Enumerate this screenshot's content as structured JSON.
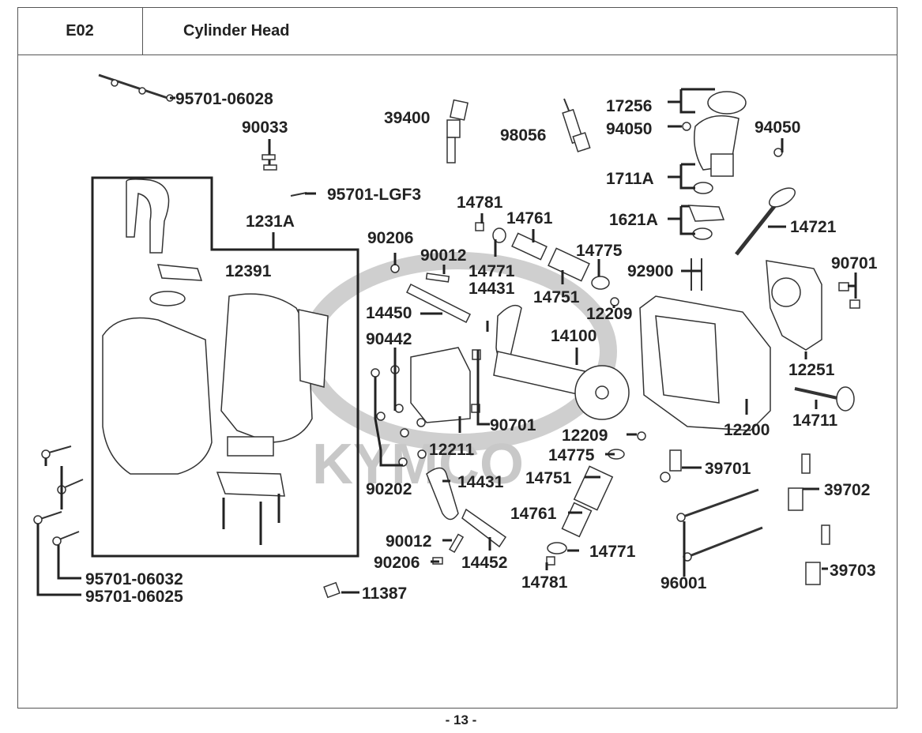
{
  "header": {
    "code": "E02",
    "title": "Cylinder Head"
  },
  "page_number": "- 13 -",
  "watermark": "KYMCO",
  "assemblies": {
    "cylinder_head_cover_group": "1231A"
  },
  "parts": {
    "p95701_06028": "95701-06028",
    "p90033": "90033",
    "p39400": "39400",
    "p98056": "98056",
    "p17256": "17256",
    "p94050_a": "94050",
    "p94050_b": "94050",
    "p1711A": "1711A",
    "p1621A": "1621A",
    "p14721": "14721",
    "p95701_LGF3": "95701-LGF3",
    "p1231A": "1231A",
    "p14781_a": "14781",
    "p14761_a": "14761",
    "p90206_a": "90206",
    "p90012_a": "90012",
    "p14771_a": "14771",
    "p14775_a": "14775",
    "p14751_a": "14751",
    "p12209_a": "12209",
    "p92900": "92900",
    "p90701_a": "90701",
    "p12391": "12391",
    "p14431_a": "14431",
    "p14450": "14450",
    "p14100": "14100",
    "p90442": "90442",
    "p12251": "12251",
    "p90701_b": "90701",
    "p12200": "12200",
    "p14711": "14711",
    "p12209_b": "12209",
    "p12211": "12211",
    "p14775_b": "14775",
    "p39701": "39701",
    "p90202": "90202",
    "p14431_b": "14431",
    "p14751_b": "14751",
    "p39702": "39702",
    "p14761_b": "14761",
    "p90012_b": "90012",
    "p14771_b": "14771",
    "p90206_b": "90206",
    "p14452": "14452",
    "p14781_b": "14781",
    "p96001": "96001",
    "p39703": "39703",
    "p95701_06032": "95701-06032",
    "p95701_06025": "95701-06025",
    "p11387": "11387"
  }
}
